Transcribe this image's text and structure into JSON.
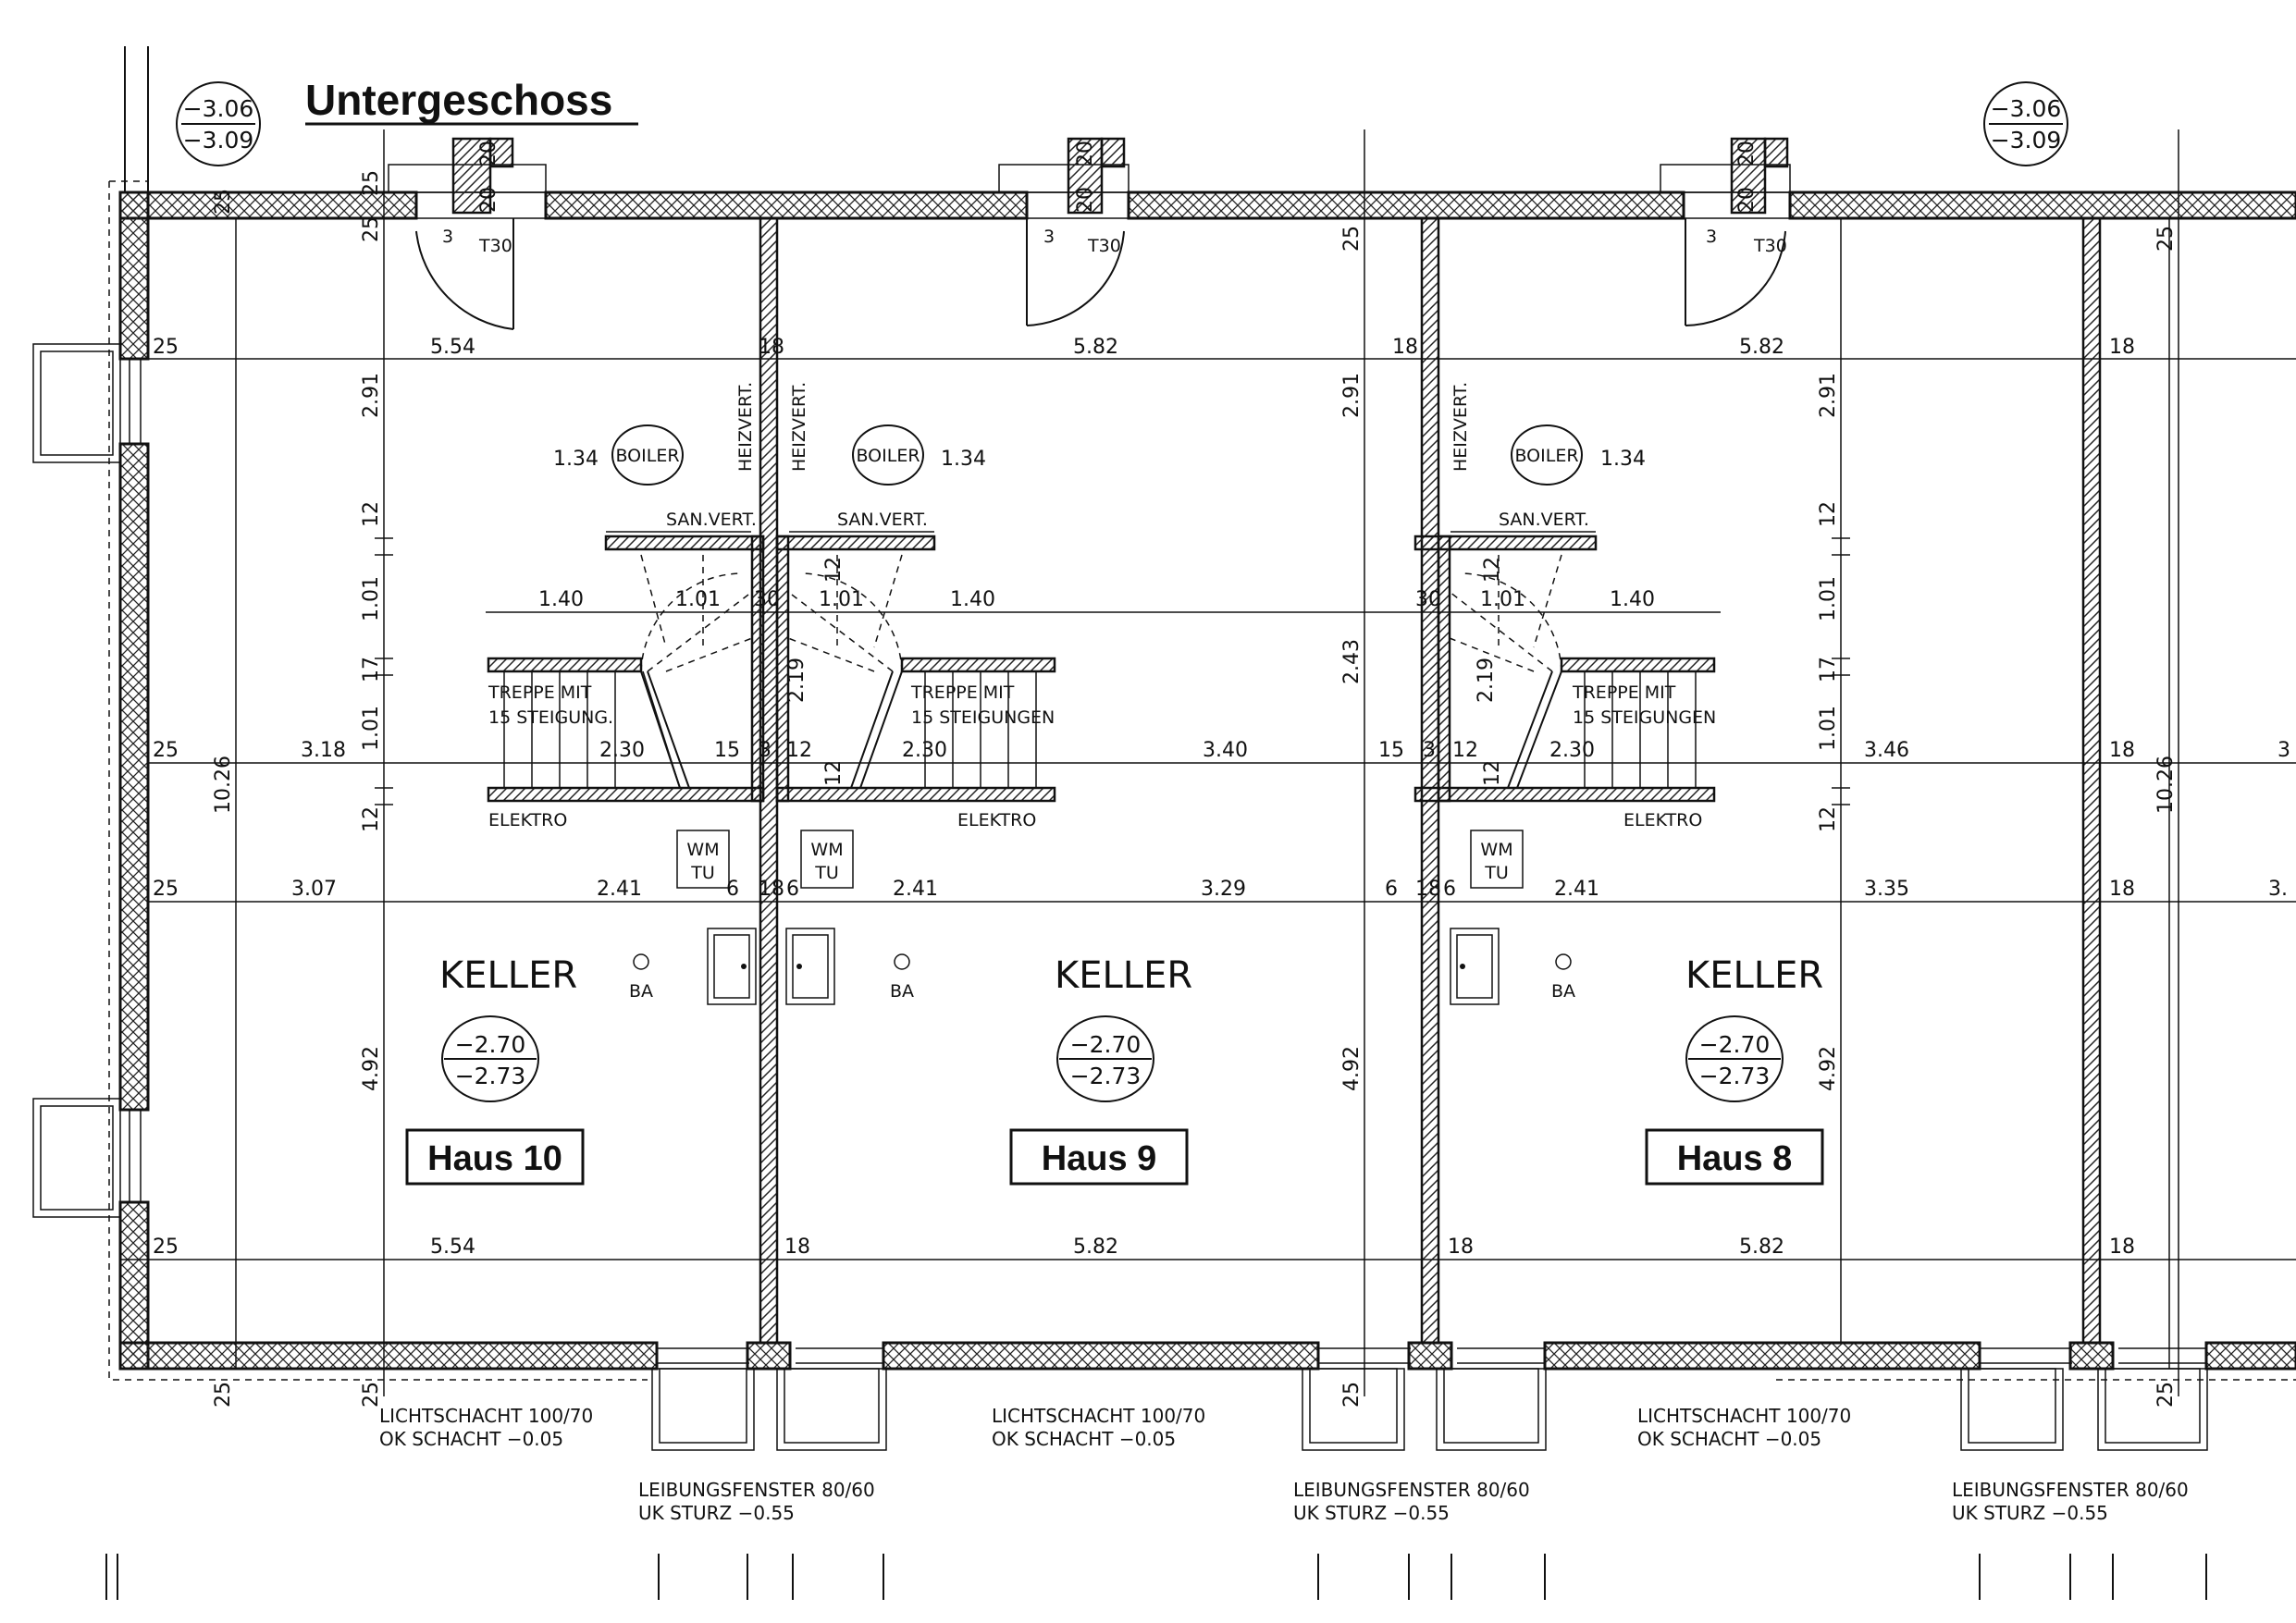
{
  "title": "Untergeschoss",
  "levels": {
    "outer_top": "−3.06",
    "outer_bottom": "−3.09",
    "room_top": "−2.70",
    "room_bottom": "−2.73"
  },
  "houses": [
    {
      "label": "Haus 10",
      "room": "KELLER",
      "ba": "BA",
      "boiler": "BOILER",
      "san_vert": "SAN.VERT.",
      "elektro": "ELEKTRO",
      "wm": "WM",
      "tu": "TU",
      "door": "T30",
      "heizvert": "HEIZVERT.",
      "treppe_line1": "TREPPE MIT",
      "treppe_line2": "15 STEIGUNG."
    },
    {
      "label": "Haus 9",
      "room": "KELLER",
      "ba": "BA",
      "boiler": "BOILER",
      "san_vert": "SAN.VERT.",
      "elektro": "ELEKTRO",
      "wm": "WM",
      "tu": "TU",
      "door": "T30",
      "heizvert": "HEIZVERT.",
      "treppe_line1": "TREPPE MIT",
      "treppe_line2": "15 STEIGUNGEN"
    },
    {
      "label": "Haus 8",
      "room": "KELLER",
      "ba": "BA",
      "boiler": "BOILER",
      "san_vert": "SAN.VERT.",
      "elektro": "ELEKTRO",
      "wm": "WM",
      "tu": "TU",
      "door": "T30",
      "heizvert": "HEIZVERT.",
      "treppe_line1": "TREPPE MIT",
      "treppe_line2": "15 STEIGUNGEN"
    }
  ],
  "notes": {
    "lichtschacht": "LICHTSCHACHT 100/70",
    "ok_schacht": "OK SCHACHT  −0.05",
    "leibungsfenster": "LEIBUNGSFENSTER 80/60",
    "uk_sturz": "UK STURZ  −0.55"
  },
  "dims": {
    "horizontal": {
      "h10_width": "5.54",
      "h9_width": "5.82",
      "h8_width": "5.82",
      "t25": "25",
      "t18": "18",
      "t15": "15",
      "t12": "12",
      "t6": "6",
      "t3": "3",
      "t30": "30",
      "boiler_off": "1.34",
      "stair_1_40": "1.40",
      "stair_1_01": "1.01",
      "h10_318": "3.18",
      "stair_2_30": "2.30",
      "h9_340": "3.40",
      "h8_346": "3.46",
      "h10_307": "3.07",
      "d_2_41": "2.41",
      "h9_329": "3.29",
      "h8_335": "3.35",
      "cut_3": "3",
      "cut_3dot": "3."
    },
    "vertical": {
      "v25": "25",
      "v20": "20",
      "v291": "2.91",
      "v12": "12",
      "v101": "1.01",
      "v17": "17",
      "v243": "2.43",
      "v219": "2.19",
      "v1026": "10.26",
      "v492": "4.92"
    }
  }
}
